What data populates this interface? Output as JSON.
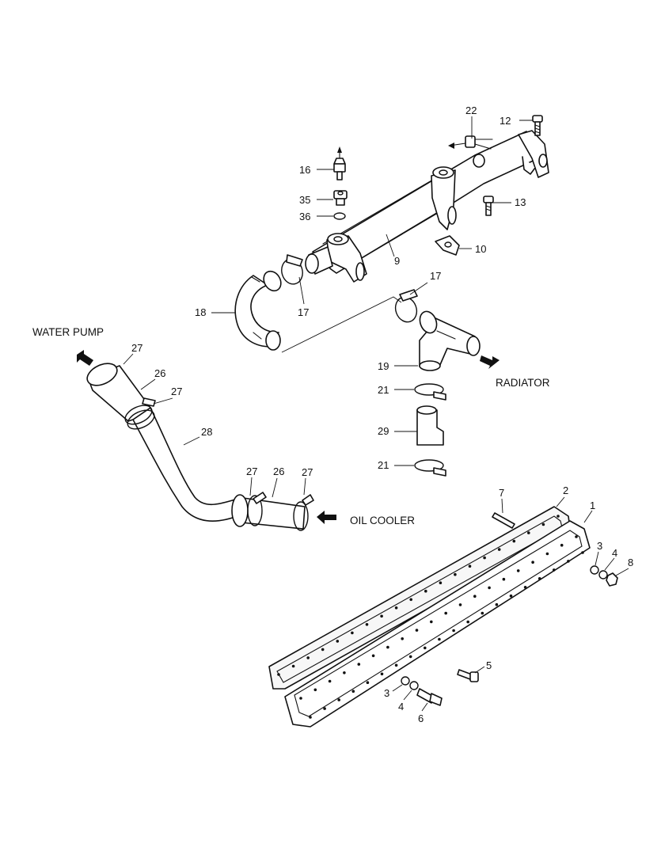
{
  "labels": {
    "water_pump": "WATER PUMP",
    "radiator": "RADIATOR",
    "oil_cooler": "OIL COOLER"
  },
  "callouts": [
    {
      "id": "c22",
      "text": "22"
    },
    {
      "id": "c12",
      "text": "12"
    },
    {
      "id": "c16",
      "text": "16"
    },
    {
      "id": "c35",
      "text": "35"
    },
    {
      "id": "c36",
      "text": "36"
    },
    {
      "id": "c13",
      "text": "13"
    },
    {
      "id": "c10",
      "text": "10"
    },
    {
      "id": "c9",
      "text": "9"
    },
    {
      "id": "c17a",
      "text": "17"
    },
    {
      "id": "c17b",
      "text": "17"
    },
    {
      "id": "c18",
      "text": "18"
    },
    {
      "id": "c19",
      "text": "19"
    },
    {
      "id": "c21a",
      "text": "21"
    },
    {
      "id": "c29",
      "text": "29"
    },
    {
      "id": "c21b",
      "text": "21"
    },
    {
      "id": "c27a",
      "text": "27"
    },
    {
      "id": "c26a",
      "text": "26"
    },
    {
      "id": "c27b",
      "text": "27"
    },
    {
      "id": "c28",
      "text": "28"
    },
    {
      "id": "c27c",
      "text": "27"
    },
    {
      "id": "c26b",
      "text": "26"
    },
    {
      "id": "c27d",
      "text": "27"
    },
    {
      "id": "c7",
      "text": "7"
    },
    {
      "id": "c2",
      "text": "2"
    },
    {
      "id": "c1",
      "text": "1"
    },
    {
      "id": "c3a",
      "text": "3"
    },
    {
      "id": "c4a",
      "text": "4"
    },
    {
      "id": "c8",
      "text": "8"
    },
    {
      "id": "c5",
      "text": "5"
    },
    {
      "id": "c3b",
      "text": "3"
    },
    {
      "id": "c4b",
      "text": "4"
    },
    {
      "id": "c6",
      "text": "6"
    }
  ]
}
